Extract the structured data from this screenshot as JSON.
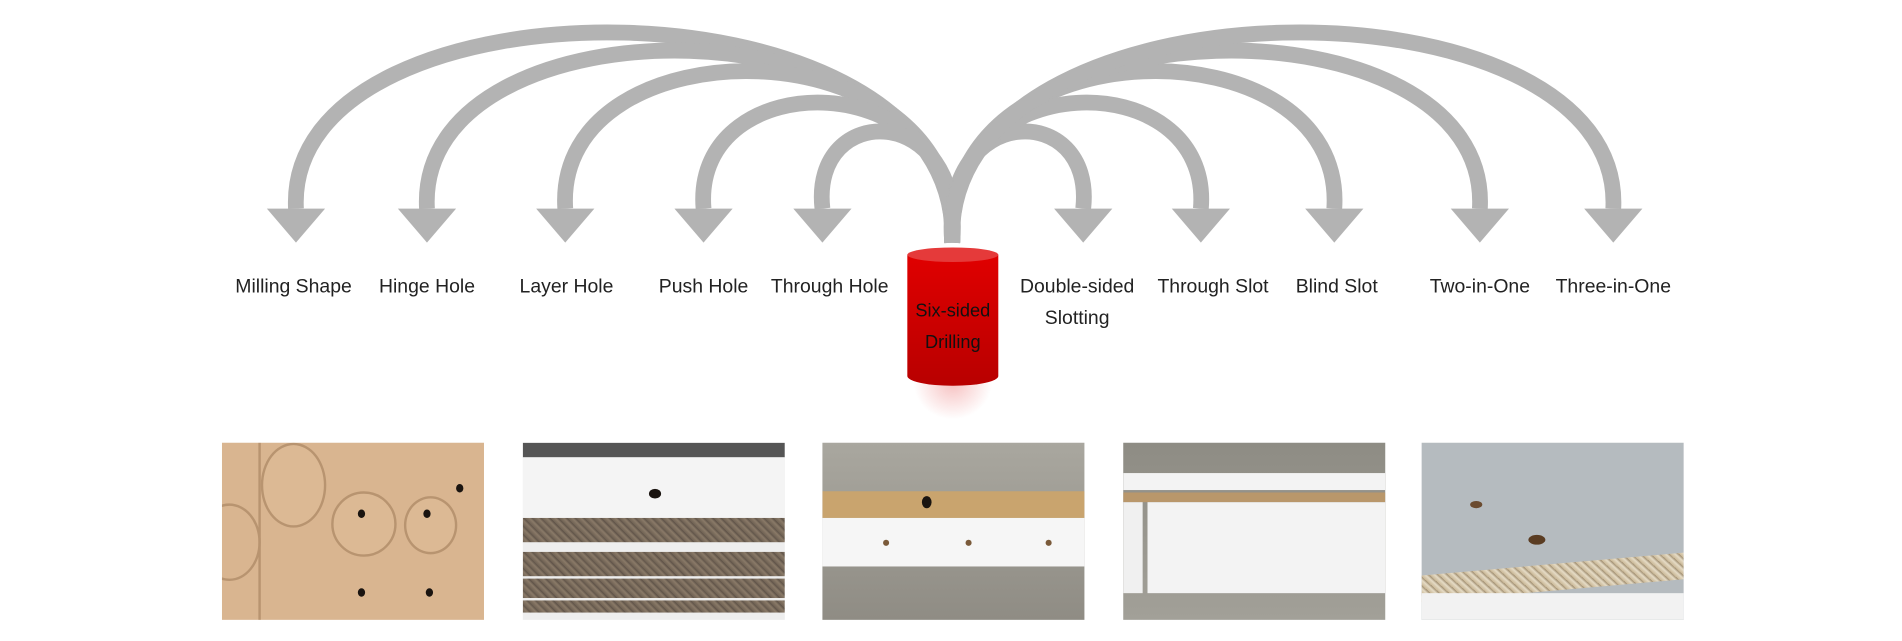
{
  "center": {
    "line1": "Six-sided",
    "line2": "Drilling"
  },
  "left_labels": [
    "Milling Shape",
    "Hinge Hole",
    "Layer Hole",
    "Push Hole",
    "Through Hole"
  ],
  "right_labels": [
    "Double-sided",
    "Through Slot",
    "Blind Slot",
    "Two-in-One",
    "Three-in-One"
  ],
  "right_label_extra": "Slotting",
  "colors": {
    "arrow": "#b3b3b3",
    "cylinder": "#d40000",
    "text": "#222222"
  }
}
